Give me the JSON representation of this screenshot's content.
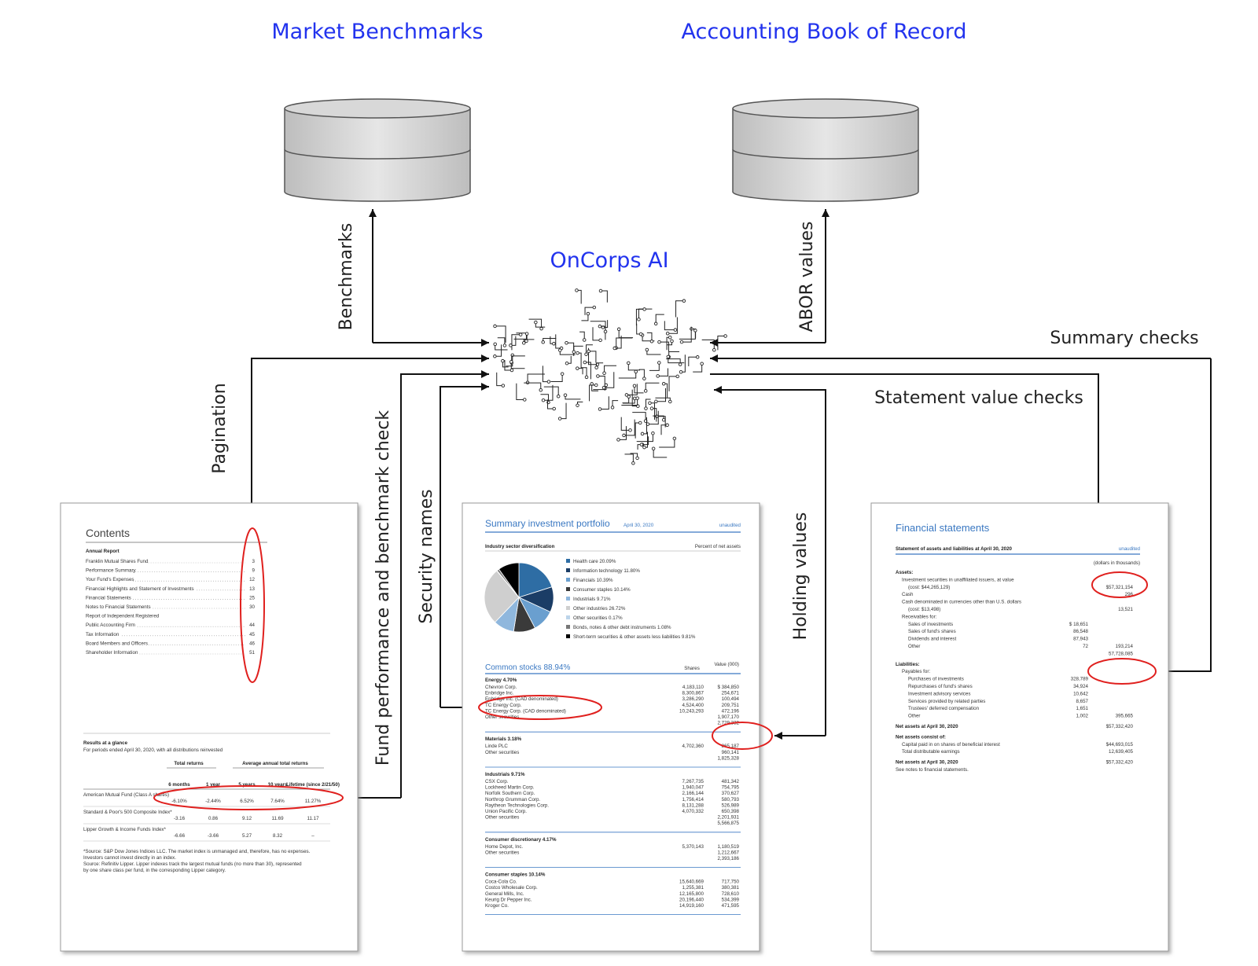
{
  "titles": {
    "market": "Market Benchmarks",
    "abor": "Accounting Book of Record",
    "ai": "OnCorps AI"
  },
  "edge_labels": {
    "benchmarks": "Benchmarks",
    "abor_values": "ABOR values",
    "summary_checks": "Summary checks",
    "statement_checks": "Statement value checks",
    "pagination": "Pagination",
    "fund_performance": "Fund performance and benchmark check",
    "security_names": "Security names",
    "holding_values": "Holding values"
  },
  "doc_contents": {
    "heading": "Contents",
    "subheading": "Annual Report",
    "entries": [
      {
        "label": "Franklin Mutual Shares Fund",
        "page": "3"
      },
      {
        "label": "Performance Summary",
        "page": "9"
      },
      {
        "label": "Your Fund's Expenses",
        "page": "12"
      },
      {
        "label": "Financial Highlights and Statement of Investments",
        "page": "13"
      },
      {
        "label": "Financial Statements",
        "page": "25"
      },
      {
        "label": "Notes to Financial Statements",
        "page": "30"
      },
      {
        "label": "Report of Independent Registered",
        "page": ""
      },
      {
        "label": "Public Accounting Firm",
        "page": "44"
      },
      {
        "label": "Tax Information",
        "page": "45"
      },
      {
        "label": "Board Members and Officers",
        "page": "46"
      },
      {
        "label": "Shareholder Information",
        "page": "51"
      }
    ],
    "results_title": "Results at a glance",
    "results_sub": "For periods ended April 30, 2020, with all distributions reinvested",
    "col_group1": "Total returns",
    "col_group2": "Average annual total returns",
    "columns": [
      "6 months",
      "1 year",
      "5 years",
      "10 years",
      "Lifetime (since 2/21/50)"
    ],
    "rows": [
      {
        "name": "American Mutual Fund (Class A shares)",
        "values": [
          "-6.10%",
          "-2.44%",
          "6.52%",
          "7.64%",
          "11.27%"
        ]
      },
      {
        "name": "Standard & Poor's 500 Composite Index*",
        "values": [
          "-3.16",
          "0.86",
          "9.12",
          "11.69",
          "11.17"
        ]
      },
      {
        "name": "Lipper Growth & Income Funds Index*",
        "values": [
          "-6.66",
          "-3.66",
          "5.27",
          "8.32",
          "–"
        ]
      }
    ],
    "footnote1": "*Source: S&P Dow Jones Indices LLC. The market index is unmanaged and, therefore, has no expenses.",
    "footnote2": "Investors cannot invest directly in an index.",
    "footnote3": "Source: Refinitiv Lipper. Lipper indexes track the largest mutual funds (no more than 30), represented",
    "footnote4": "by one share class per fund, in the corresponding Lipper category."
  },
  "doc_portfolio": {
    "heading": "Summary investment portfolio",
    "date": "April 30, 2020",
    "unaudited": "unaudited",
    "sector_label": "Industry sector diversification",
    "sector_right": "Percent of net assets",
    "legend": [
      {
        "label": "Health care  20.09%",
        "color": "#2e6da4"
      },
      {
        "label": "Information technology  11.80%",
        "color": "#1b3d66"
      },
      {
        "label": "Financials  10.39%",
        "color": "#6a9fcf"
      },
      {
        "label": "Consumer staples  10.14%",
        "color": "#3a3a3a"
      },
      {
        "label": "Industrials  9.71%",
        "color": "#8fb7dd"
      },
      {
        "label": "Other industries  26.72%",
        "color": "#cfcfcf"
      },
      {
        "label": "Other securities  0.17%",
        "color": "#bcd4ea"
      },
      {
        "label": "Bonds, notes & other debt instruments  1.08%",
        "color": "#777777"
      },
      {
        "label": "Short-term securities & other assets less liabilities  9.81%",
        "color": "#000000"
      }
    ],
    "pie_values": [
      20.09,
      11.8,
      10.39,
      10.14,
      9.71,
      26.72,
      0.17,
      1.08,
      9.81
    ],
    "common_stocks": "Common stocks 88.94%",
    "col_shares": "Shares",
    "col_value": "Value (000)",
    "sections": [
      {
        "name": "Energy 4.70%",
        "rows": [
          [
            "Chevron Corp.",
            "4,183,110",
            "$ 384,850"
          ],
          [
            "Enbridge Inc.",
            "8,300,867",
            "254,671"
          ],
          [
            "Enbridge Inc. (CAD denominated)",
            "3,286,290",
            "100,494"
          ],
          [
            "TC Energy Corp.",
            "4,524,400",
            "209,751"
          ],
          [
            "TC Energy Corp. (CAD denominated)",
            "10,243,293",
            "472,196"
          ],
          [
            "Other securities",
            "",
            "1,907,170"
          ],
          [
            "",
            "",
            "2,729,332"
          ]
        ]
      },
      {
        "name": "Materials 3.18%",
        "rows": [
          [
            "Linde PLC",
            "4,702,360",
            "865,187"
          ],
          [
            "Other securities",
            "",
            "960,141"
          ],
          [
            "",
            "",
            "1,825,328"
          ]
        ]
      },
      {
        "name": "Industrials 9.71%",
        "rows": [
          [
            "CSX Corp.",
            "7,267,735",
            "481,342"
          ],
          [
            "Lockheed Martin Corp.",
            "1,940,047",
            "754,795"
          ],
          [
            "Norfolk Southern Corp.",
            "2,166,144",
            "370,627"
          ],
          [
            "Northrop Grumman Corp.",
            "1,756,414",
            "580,793"
          ],
          [
            "Raytheon Technologies Corp.",
            "8,131,288",
            "526,989"
          ],
          [
            "Union Pacific Corp.",
            "4,070,332",
            "650,398"
          ],
          [
            "Other securities",
            "",
            "2,201,931"
          ],
          [
            "",
            "",
            "5,566,875"
          ]
        ]
      },
      {
        "name": "Consumer discretionary 4.17%",
        "rows": [
          [
            "Home Depot, Inc.",
            "5,370,143",
            "1,180,519"
          ],
          [
            "Other securities",
            "",
            "1,212,667"
          ],
          [
            "",
            "",
            "2,393,186"
          ]
        ]
      },
      {
        "name": "Consumer staples 10.14%",
        "rows": [
          [
            "Coca-Cola Co.",
            "15,640,669",
            "717,750"
          ],
          [
            "Costco Wholesale Corp.",
            "1,255,381",
            "380,381"
          ],
          [
            "General Mills, Inc.",
            "12,165,800",
            "728,610"
          ],
          [
            "Keurig Dr Pepper Inc.",
            "20,196,440",
            "534,399"
          ],
          [
            "Kroger Co.",
            "14,919,160",
            "471,595"
          ]
        ]
      }
    ]
  },
  "doc_financial": {
    "heading": "Financial statements",
    "statement": "Statement of assets and liabilities at April 30, 2020",
    "unaudited": "unaudited",
    "thousands": "(dollars in thousands)",
    "lines": [
      {
        "label": "Assets:",
        "indent": 0,
        "bold": true,
        "v1": "",
        "v2": ""
      },
      {
        "label": "Investment securities in unaffiliated issuers, at value",
        "indent": 1,
        "v1": "",
        "v2": ""
      },
      {
        "label": "(cost: $44,265,129)",
        "indent": 2,
        "v1": "",
        "v2": "$57,321,154"
      },
      {
        "label": "Cash",
        "indent": 1,
        "v1": "",
        "v2": "296"
      },
      {
        "label": "Cash denominated in currencies other than U.S. dollars",
        "indent": 1,
        "v1": "",
        "v2": ""
      },
      {
        "label": "(cost: $13,498)",
        "indent": 2,
        "v1": "",
        "v2": "13,521"
      },
      {
        "label": "Receivables for:",
        "indent": 1,
        "v1": "",
        "v2": ""
      },
      {
        "label": "Sales of investments",
        "indent": 2,
        "v1": "$ 18,651",
        "v2": ""
      },
      {
        "label": "Sales of fund's shares",
        "indent": 2,
        "v1": "86,548",
        "v2": ""
      },
      {
        "label": "Dividends and interest",
        "indent": 2,
        "v1": "87,943",
        "v2": ""
      },
      {
        "label": "Other",
        "indent": 2,
        "v1": "72",
        "v2": "193,214"
      },
      {
        "label": "",
        "indent": 2,
        "v1": "",
        "v2": "57,728,085"
      },
      {
        "label": "Liabilities:",
        "indent": 0,
        "bold": true,
        "v1": "",
        "v2": ""
      },
      {
        "label": "Payables for:",
        "indent": 1,
        "v1": "",
        "v2": ""
      },
      {
        "label": "Purchases of investments",
        "indent": 2,
        "v1": "328,789",
        "v2": ""
      },
      {
        "label": "Repurchases of fund's shares",
        "indent": 2,
        "v1": "34,924",
        "v2": ""
      },
      {
        "label": "Investment advisory services",
        "indent": 2,
        "v1": "10,642",
        "v2": ""
      },
      {
        "label": "Services provided by related parties",
        "indent": 2,
        "v1": "8,657",
        "v2": ""
      },
      {
        "label": "Trustees' deferred compensation",
        "indent": 2,
        "v1": "1,651",
        "v2": ""
      },
      {
        "label": "Other",
        "indent": 2,
        "v1": "1,002",
        "v2": "395,665"
      },
      {
        "label": "Net assets at April 30, 2020",
        "indent": 0,
        "bold": true,
        "v1": "",
        "v2": "$57,332,420"
      },
      {
        "label": "Net assets consist of:",
        "indent": 0,
        "bold": true,
        "v1": "",
        "v2": ""
      },
      {
        "label": "Capital paid in on shares of beneficial interest",
        "indent": 1,
        "v1": "",
        "v2": "$44,693,015"
      },
      {
        "label": "Total distributable earnings",
        "indent": 1,
        "v1": "",
        "v2": "12,639,405"
      },
      {
        "label": "Net assets at April 30, 2020",
        "indent": 0,
        "bold": true,
        "v1": "",
        "v2": "$57,332,420"
      },
      {
        "label": "See notes to financial statements.",
        "indent": 0,
        "v1": "",
        "v2": ""
      }
    ]
  },
  "colors": {
    "title_blue": "#2233ee",
    "highlight_red": "#e0201e",
    "arrow": "#111111"
  }
}
